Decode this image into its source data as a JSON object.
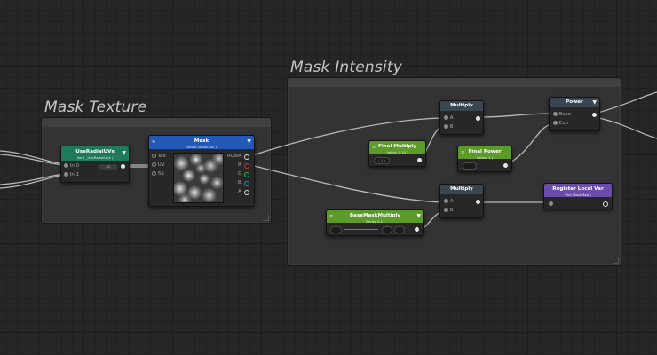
{
  "groups": {
    "mask_texture": {
      "title": "Mask Texture"
    },
    "mask_intensity": {
      "title": "Mask Intensity"
    }
  },
  "nodes": {
    "use_radial_uvs": {
      "title": "UseRadialUVs",
      "subtitle": "Var ( _UseRadialUVs )",
      "inputs": [
        "In 0",
        "In 1"
      ],
      "field_value": "(0)",
      "header_color": "#1f7a5c"
    },
    "mask": {
      "title": "Mask",
      "subtitle": "Value( MaskCol0 )",
      "inputs": [
        "Tex",
        "UV",
        "SS"
      ],
      "outputs": [
        "RGBA",
        "R",
        "G",
        "B",
        "A"
      ],
      "header_color": "#2458b8"
    },
    "final_multiply": {
      "title": "Final Multiply",
      "subtitle": "Value( 0.14 )",
      "field_value": "( 1 )",
      "header_color": "#5c9a2a"
    },
    "final_power": {
      "title": "Final Power",
      "subtitle": "Value( 1 )",
      "field_value": "",
      "header_color": "#5c9a2a"
    },
    "base_mask_multiply": {
      "title": "BaseMaskMultiply",
      "subtitle": "Value( 0.4 )",
      "field_value": "",
      "min_value": "",
      "max_value": "",
      "header_color": "#5c9a2a"
    },
    "multiply_top": {
      "title": "Multiply",
      "inputs": [
        "A",
        "B"
      ],
      "header_color": "#3a4652"
    },
    "multiply_bottom": {
      "title": "Multiply",
      "inputs": [
        "A",
        "B"
      ],
      "header_color": "#3a4652"
    },
    "power": {
      "title": "Power",
      "inputs": [
        "Base",
        "Exp"
      ],
      "header_color": "#3a4652"
    },
    "register_local_var": {
      "title": "Register Local Var",
      "subtitle": "Var( MaskMap )",
      "header_color": "#6a4da8"
    }
  },
  "icons": {
    "menu": "≡",
    "dropdown": "▼"
  },
  "colors": {
    "canvas": "#262626",
    "group_body": "#333334",
    "wire": "#bdbdbd",
    "port_r": "#c0392b",
    "port_g": "#27ae60",
    "port_b": "#2e86de"
  }
}
